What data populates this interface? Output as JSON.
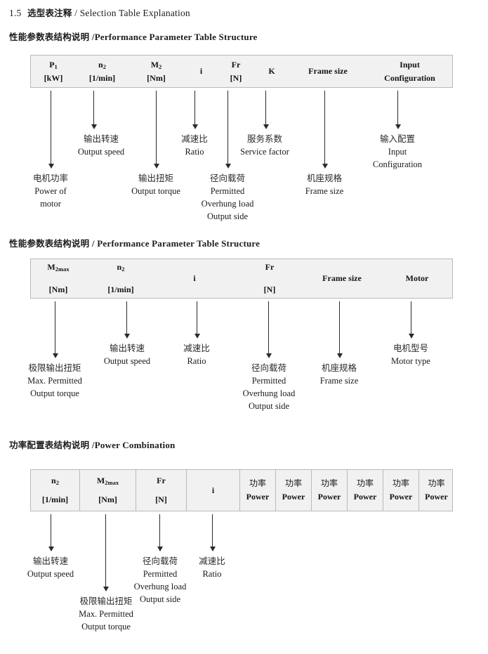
{
  "page": {
    "section_number": "1.5",
    "title_cn": "选型表注释",
    "title_sep": "/",
    "title_en": "Selection Table Explanation"
  },
  "sections": [
    {
      "heading": {
        "cn": "性能参数表结构说明",
        "sep": "/",
        "en": "Performance Parameter Table Structure"
      },
      "table": {
        "columns": [
          {
            "line1": "P",
            "sub1": "1",
            "line2": "[kW]"
          },
          {
            "line1": "n",
            "sub1": "2",
            "line2": "[1/min]"
          },
          {
            "line1": "M",
            "sub1": "2",
            "line2": "[Nm]"
          },
          {
            "line1": "i",
            "sub1": "",
            "line2": ""
          },
          {
            "line1": "Fr",
            "sub1": "",
            "line2": "[N]"
          },
          {
            "line1": "K",
            "sub1": "",
            "line2": ""
          },
          {
            "line1": "Frame size",
            "sub1": "",
            "line2": ""
          },
          {
            "line1": "Input",
            "sub1": "",
            "line2": "Configuration"
          }
        ]
      },
      "annotations": [
        {
          "cn": "电机功率",
          "en": [
            "Power of",
            "motor"
          ]
        },
        {
          "cn": "输出转速",
          "en": [
            "Output speed"
          ]
        },
        {
          "cn": "输出扭矩",
          "en": [
            "Output torque"
          ]
        },
        {
          "cn": "减速比",
          "en": [
            "Ratio"
          ]
        },
        {
          "cn": "径向载荷",
          "en": [
            "Permitted",
            "Overhung load",
            "Output side"
          ]
        },
        {
          "cn": "服务系数",
          "en": [
            "Service factor"
          ]
        },
        {
          "cn": "机座规格",
          "en": [
            "Frame size"
          ]
        },
        {
          "cn": "输入配置",
          "en": [
            "Input",
            "Configuration"
          ]
        }
      ]
    },
    {
      "heading": {
        "cn": "性能参数表结构说明",
        "sep": "/",
        "en": "Performance Parameter Table Structure"
      },
      "table": {
        "columns": [
          {
            "line1": "M",
            "sub1": "2max",
            "line2": "[Nm]"
          },
          {
            "line1": "n",
            "sub1": "2",
            "line2": "[1/min]"
          },
          {
            "line1": "i",
            "sub1": "",
            "line2": ""
          },
          {
            "line1": "Fr",
            "sub1": "",
            "line2": "[N]"
          },
          {
            "line1": "Frame size",
            "sub1": "",
            "line2": ""
          },
          {
            "line1": "Motor",
            "sub1": "",
            "line2": ""
          }
        ]
      },
      "annotations": [
        {
          "cn": "极限输出扭矩",
          "en": [
            "Max. Permitted",
            "Output  torque"
          ]
        },
        {
          "cn": "输出转速",
          "en": [
            "Output speed"
          ]
        },
        {
          "cn": "减速比",
          "en": [
            "Ratio"
          ]
        },
        {
          "cn": "径向载荷",
          "en": [
            "Permitted",
            "Overhung load",
            "Output side"
          ]
        },
        {
          "cn": "机座规格",
          "en": [
            "Frame size"
          ]
        },
        {
          "cn": "电机型号",
          "en": [
            "Motor type"
          ]
        }
      ]
    },
    {
      "heading": {
        "cn": "功率配置表结构说明",
        "sep": "/",
        "en": "Power Combination"
      },
      "table": {
        "columns": [
          {
            "line1": "n",
            "sub1": "2",
            "line2": "[1/min]"
          },
          {
            "line1": "M",
            "sub1": "2max",
            "line2": "[Nm]"
          },
          {
            "line1": "Fr",
            "sub1": "",
            "line2": "[N]"
          },
          {
            "line1": "i",
            "sub1": "",
            "line2": ""
          },
          {
            "line1_cn": "功率",
            "line2": "Power"
          },
          {
            "line1_cn": "功率",
            "line2": "Power"
          },
          {
            "line1_cn": "功率",
            "line2": "Power"
          },
          {
            "line1_cn": "功率",
            "line2": "Power"
          },
          {
            "line1_cn": "功率",
            "line2": "Power"
          },
          {
            "line1_cn": "功率",
            "line2": "Power"
          }
        ]
      },
      "annotations": [
        {
          "cn": "输出转速",
          "en": [
            "Output speed"
          ]
        },
        {
          "cn": "极限输出扭矩",
          "en": [
            "Max. Permitted",
            "Output  torque"
          ]
        },
        {
          "cn": "径向载荷",
          "en": [
            "Permitted",
            "Overhung load",
            "Output side"
          ]
        },
        {
          "cn": "减速比",
          "en": [
            "Ratio"
          ]
        }
      ]
    }
  ]
}
